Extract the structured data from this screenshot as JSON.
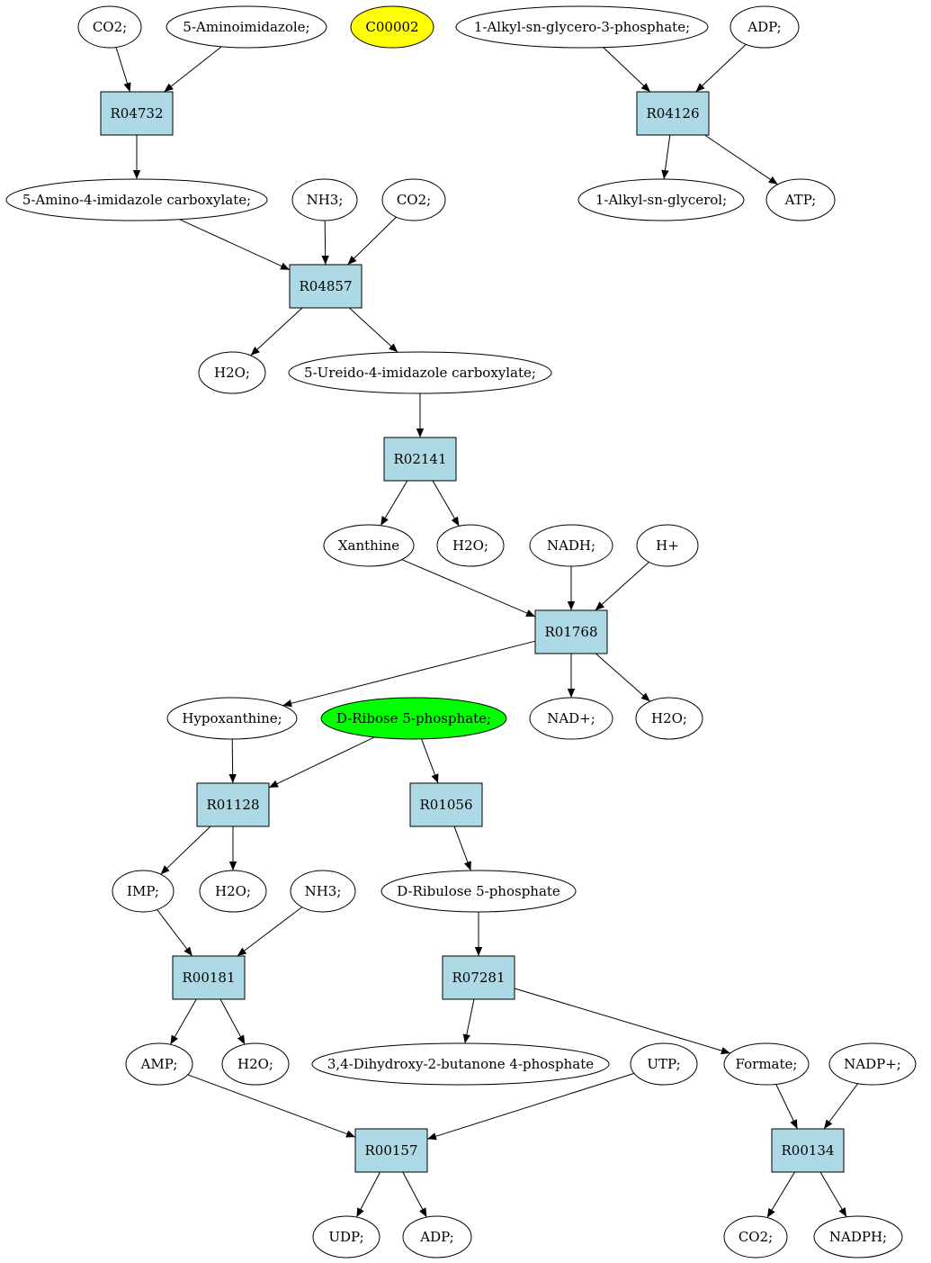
{
  "colors": {
    "compound_fill": "#ffffff",
    "reaction_fill": "#add8e6",
    "query_fill": "#ffff00",
    "highlight_fill": "#00ff00",
    "stroke": "#000000"
  },
  "reactions": [
    {
      "id": "r_R04732",
      "label": "R04732"
    },
    {
      "id": "r_R04126",
      "label": "R04126"
    },
    {
      "id": "r_R04857",
      "label": "R04857"
    },
    {
      "id": "r_R02141",
      "label": "R02141"
    },
    {
      "id": "r_R01768",
      "label": "R01768"
    },
    {
      "id": "r_R01128",
      "label": "R01128"
    },
    {
      "id": "r_R01056",
      "label": "R01056"
    },
    {
      "id": "r_R00181",
      "label": "R00181"
    },
    {
      "id": "r_R07281",
      "label": "R07281"
    },
    {
      "id": "r_R00157",
      "label": "R00157"
    },
    {
      "id": "r_R00134",
      "label": "R00134"
    }
  ],
  "compounds": [
    {
      "id": "c_co2_1",
      "label": "CO2;",
      "kind": "normal"
    },
    {
      "id": "c_aminoimidazole",
      "label": "5-Aminoimidazole;",
      "kind": "normal"
    },
    {
      "id": "c_c00002",
      "label": "C00002",
      "kind": "query"
    },
    {
      "id": "c_alkylglycerophosphate",
      "label": "1-Alkyl-sn-glycero-3-phosphate;",
      "kind": "normal"
    },
    {
      "id": "c_adp_1",
      "label": "ADP;",
      "kind": "normal"
    },
    {
      "id": "c_aminoimidazolecarboxylate",
      "label": "5-Amino-4-imidazole carboxylate;",
      "kind": "normal"
    },
    {
      "id": "c_nh3_1",
      "label": "NH3;",
      "kind": "normal"
    },
    {
      "id": "c_co2_2",
      "label": "CO2;",
      "kind": "normal"
    },
    {
      "id": "c_alkylglycerol",
      "label": "1-Alkyl-sn-glycerol;",
      "kind": "normal"
    },
    {
      "id": "c_atp",
      "label": "ATP;",
      "kind": "normal"
    },
    {
      "id": "c_h2o_1",
      "label": "H2O;",
      "kind": "normal"
    },
    {
      "id": "c_ureidoimidazolecarboxylate",
      "label": "5-Ureido-4-imidazole carboxylate;",
      "kind": "normal"
    },
    {
      "id": "c_xanthine",
      "label": "Xanthine",
      "kind": "normal"
    },
    {
      "id": "c_h2o_2",
      "label": "H2O;",
      "kind": "normal"
    },
    {
      "id": "c_nadh",
      "label": "NADH;",
      "kind": "normal"
    },
    {
      "id": "c_hplus",
      "label": "H+",
      "kind": "normal"
    },
    {
      "id": "c_hypoxanthine",
      "label": "Hypoxanthine;",
      "kind": "normal"
    },
    {
      "id": "c_ribose5p",
      "label": "D-Ribose 5-phosphate;",
      "kind": "highlight"
    },
    {
      "id": "c_nadplus",
      "label": "NAD+;",
      "kind": "normal"
    },
    {
      "id": "c_h2o_3",
      "label": "H2O;",
      "kind": "normal"
    },
    {
      "id": "c_imp",
      "label": "IMP;",
      "kind": "normal"
    },
    {
      "id": "c_h2o_4",
      "label": "H2O;",
      "kind": "normal"
    },
    {
      "id": "c_nh3_2",
      "label": "NH3;",
      "kind": "normal"
    },
    {
      "id": "c_ribulose5p",
      "label": "D-Ribulose 5-phosphate",
      "kind": "normal"
    },
    {
      "id": "c_amp",
      "label": "AMP;",
      "kind": "normal"
    },
    {
      "id": "c_h2o_5",
      "label": "H2O;",
      "kind": "normal"
    },
    {
      "id": "c_dihydroxybutanone",
      "label": "3,4-Dihydroxy-2-butanone 4-phosphate",
      "kind": "normal"
    },
    {
      "id": "c_utp",
      "label": "UTP;",
      "kind": "normal"
    },
    {
      "id": "c_formate",
      "label": "Formate;",
      "kind": "normal"
    },
    {
      "id": "c_nadpplus",
      "label": "NADP+;",
      "kind": "normal"
    },
    {
      "id": "c_udp",
      "label": "UDP;",
      "kind": "normal"
    },
    {
      "id": "c_adp_2",
      "label": "ADP;",
      "kind": "normal"
    },
    {
      "id": "c_co2_3",
      "label": "CO2;",
      "kind": "normal"
    },
    {
      "id": "c_nadph",
      "label": "NADPH;",
      "kind": "normal"
    }
  ],
  "edges": [
    [
      "c_co2_1",
      "r_R04732"
    ],
    [
      "c_aminoimidazole",
      "r_R04732"
    ],
    [
      "r_R04732",
      "c_aminoimidazolecarboxylate"
    ],
    [
      "c_alkylglycerophosphate",
      "r_R04126"
    ],
    [
      "c_adp_1",
      "r_R04126"
    ],
    [
      "r_R04126",
      "c_alkylglycerol"
    ],
    [
      "r_R04126",
      "c_atp"
    ],
    [
      "c_aminoimidazolecarboxylate",
      "r_R04857"
    ],
    [
      "c_nh3_1",
      "r_R04857"
    ],
    [
      "c_co2_2",
      "r_R04857"
    ],
    [
      "r_R04857",
      "c_h2o_1"
    ],
    [
      "r_R04857",
      "c_ureidoimidazolecarboxylate"
    ],
    [
      "c_ureidoimidazolecarboxylate",
      "r_R02141"
    ],
    [
      "r_R02141",
      "c_xanthine"
    ],
    [
      "r_R02141",
      "c_h2o_2"
    ],
    [
      "c_xanthine",
      "r_R01768"
    ],
    [
      "c_nadh",
      "r_R01768"
    ],
    [
      "c_hplus",
      "r_R01768"
    ],
    [
      "r_R01768",
      "c_hypoxanthine"
    ],
    [
      "r_R01768",
      "c_nadplus"
    ],
    [
      "r_R01768",
      "c_h2o_3"
    ],
    [
      "c_hypoxanthine",
      "r_R01128"
    ],
    [
      "c_ribose5p",
      "r_R01128"
    ],
    [
      "c_ribose5p",
      "r_R01056"
    ],
    [
      "r_R01128",
      "c_imp"
    ],
    [
      "r_R01128",
      "c_h2o_4"
    ],
    [
      "r_R01056",
      "c_ribulose5p"
    ],
    [
      "c_imp",
      "r_R00181"
    ],
    [
      "c_nh3_2",
      "r_R00181"
    ],
    [
      "c_ribulose5p",
      "r_R07281"
    ],
    [
      "r_R00181",
      "c_amp"
    ],
    [
      "r_R00181",
      "c_h2o_5"
    ],
    [
      "r_R07281",
      "c_dihydroxybutanone"
    ],
    [
      "r_R07281",
      "c_formate"
    ],
    [
      "c_amp",
      "r_R00157"
    ],
    [
      "c_utp",
      "r_R00157"
    ],
    [
      "c_formate",
      "r_R00134"
    ],
    [
      "c_nadpplus",
      "r_R00134"
    ],
    [
      "r_R00157",
      "c_udp"
    ],
    [
      "r_R00157",
      "c_adp_2"
    ],
    [
      "r_R00134",
      "c_co2_3"
    ],
    [
      "r_R00134",
      "c_nadph"
    ]
  ]
}
